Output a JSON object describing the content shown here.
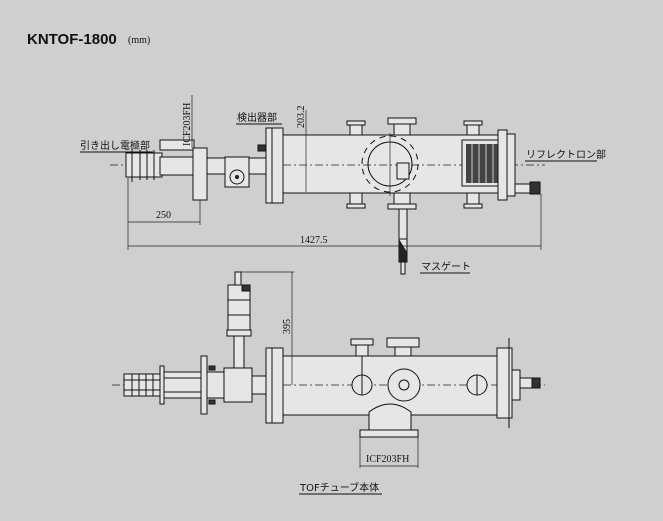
{
  "title": {
    "model": "KNTOF-1800",
    "unit": "(mm)"
  },
  "top_view": {
    "labels": {
      "extraction_electrode": "引き出し電極部",
      "flange_spec": "ICF203FH",
      "detector": "検出器部",
      "reflectron": "リフレクトロン部",
      "mass_gate": "マスゲート"
    },
    "dimensions": {
      "tube_diameter": "203.2",
      "extraction_length": "250",
      "total_length": "1427.5"
    }
  },
  "side_view": {
    "labels": {
      "flange_spec": "ICF203FH",
      "caption": "TOFチューブ本体"
    },
    "dimensions": {
      "height": "395"
    }
  }
}
